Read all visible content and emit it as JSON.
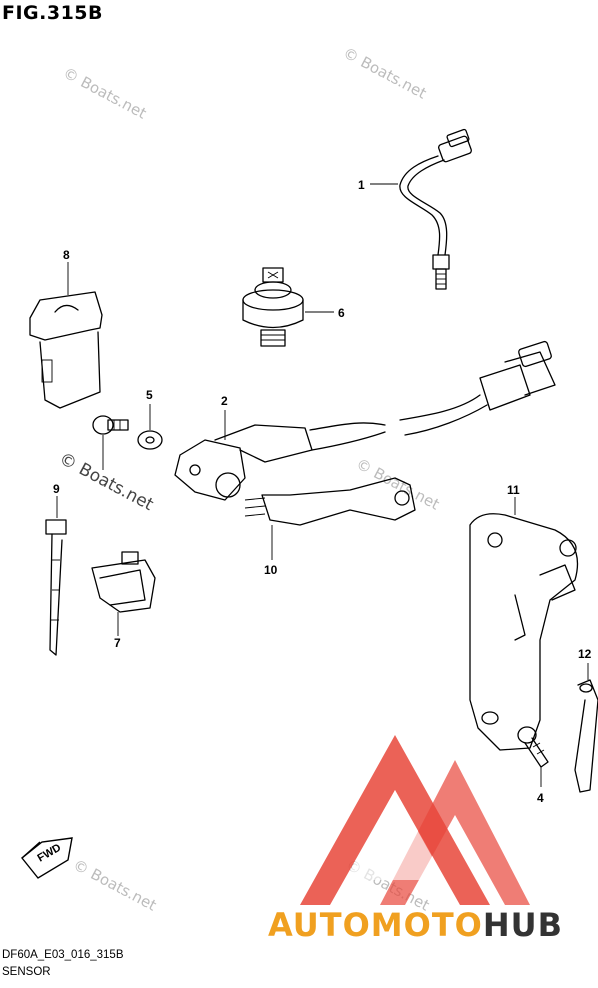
{
  "figure": {
    "title": "FIG.315B",
    "model_code": "DF60A_E03_016_315B",
    "section_name": "SENSOR"
  },
  "callouts": [
    "1",
    "2",
    "4",
    "5",
    "6",
    "7",
    "8",
    "9",
    "10",
    "11",
    "12"
  ],
  "direction_marker": "FWD",
  "watermarks": {
    "copyright": "© Boats.net"
  },
  "brand_logo": {
    "part1": "AUTOMOTO",
    "part2": "HUB",
    "color_primary": "#e8463a",
    "color_secondary": "#f0a020",
    "color_dark": "#333333"
  }
}
